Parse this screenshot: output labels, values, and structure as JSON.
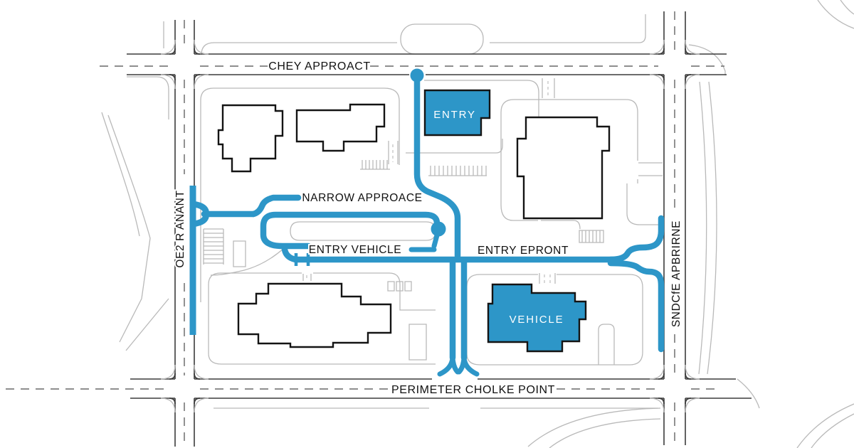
{
  "streets": {
    "north": "CHEY APPROACT",
    "south": "PERIMETER CHOLKE POINT",
    "west": "OE2 R ANANT",
    "east": "SNDCfE APBRIRNE",
    "narrow": "NARROW APPROACE",
    "entry_vehicle": "ENTRY VEHICLE",
    "entry_epront": "ENTRY EPRONT"
  },
  "buildings": {
    "entry": "ENTRY",
    "vehicle": "VEHICLE"
  },
  "colors": {
    "route": "#2D96C8",
    "road_line": "#3C3C3C",
    "parcel_line": "#B9B9B9",
    "dash_line": "#7F7F7F",
    "building_outline": "#141414",
    "text": "#111111",
    "background": "#FFFFFF",
    "building_label": "#FFFFFF"
  }
}
